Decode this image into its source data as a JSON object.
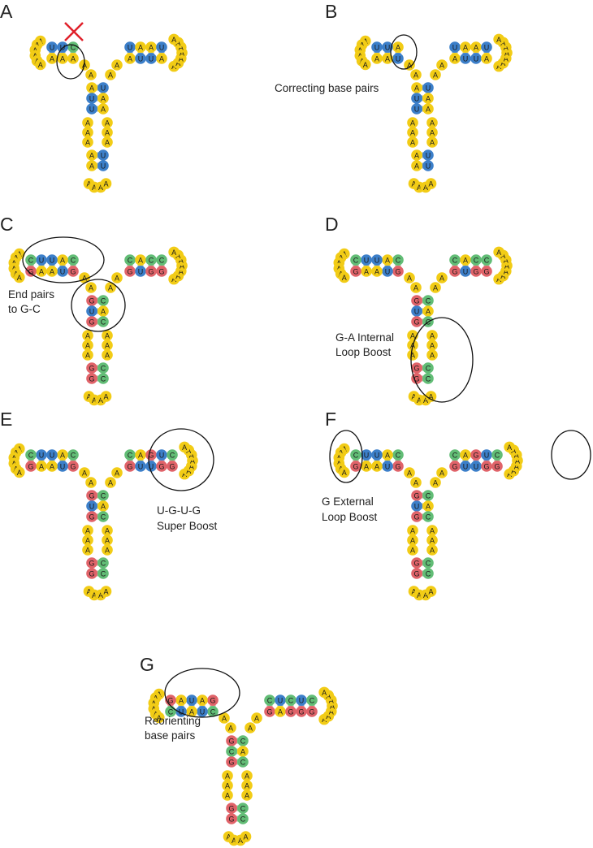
{
  "colors": {
    "A": "#f2cc16",
    "U": "#3c7fc9",
    "G": "#e06369",
    "C": "#62bd76",
    "mark": "#e0202a"
  },
  "panels": [
    {
      "label": "A",
      "caption": [],
      "seq": {
        "stemTop": [
          [
            "A",
            "U"
          ],
          [
            "U",
            "A"
          ],
          [
            "U",
            "A"
          ]
        ],
        "hairpin": 4,
        "stemBot": [
          [
            "A",
            "U"
          ],
          [
            "A",
            "U"
          ]
        ],
        "arm1": 6,
        "arm2": 7,
        "leftArm": [
          [
            "C",
            "A"
          ],
          [
            "U",
            "A"
          ],
          [
            "U",
            "A"
          ]
        ],
        "rightArm": [
          [
            "U",
            "A"
          ],
          [
            "A",
            "U"
          ],
          [
            "A",
            "U"
          ],
          [
            "U",
            "A"
          ]
        ]
      }
    },
    {
      "label": "B",
      "caption": [
        "Correcting base pairs"
      ],
      "seq": {
        "stemTop": [
          [
            "A",
            "U"
          ],
          [
            "U",
            "A"
          ],
          [
            "U",
            "A"
          ]
        ],
        "hairpin": 4,
        "stemBot": [
          [
            "A",
            "U"
          ],
          [
            "A",
            "U"
          ]
        ],
        "arm1": 6,
        "arm2": 7,
        "leftArm": [
          [
            "A",
            "U"
          ],
          [
            "U",
            "A"
          ],
          [
            "U",
            "A"
          ]
        ],
        "rightArm": [
          [
            "U",
            "A"
          ],
          [
            "A",
            "U"
          ],
          [
            "A",
            "U"
          ],
          [
            "U",
            "A"
          ]
        ]
      }
    },
    {
      "label": "C",
      "caption": [
        "End pairs",
        "to G-C"
      ],
      "seq": {
        "stemTop": [
          [
            "G",
            "C"
          ],
          [
            "U",
            "A"
          ],
          [
            "G",
            "C"
          ]
        ],
        "hairpin": 4,
        "stemBot": [
          [
            "G",
            "C"
          ],
          [
            "G",
            "C"
          ]
        ],
        "arm1": 6,
        "arm2": 7,
        "leftArm": [
          [
            "C",
            "G"
          ],
          [
            "A",
            "U"
          ],
          [
            "U",
            "A"
          ],
          [
            "U",
            "A"
          ],
          [
            "C",
            "G"
          ]
        ],
        "rightArm": [
          [
            "C",
            "G"
          ],
          [
            "A",
            "U"
          ],
          [
            "C",
            "G"
          ],
          [
            "C",
            "G"
          ]
        ]
      }
    },
    {
      "label": "D",
      "caption": [
        "G-A Internal",
        "Loop Boost"
      ],
      "seq": {
        "stemTop": [
          [
            "G",
            "C"
          ],
          [
            "U",
            "A"
          ],
          [
            "G",
            "C"
          ]
        ],
        "hairpin": 4,
        "stemBot": [
          [
            "G",
            "C"
          ],
          [
            "G",
            "C"
          ]
        ],
        "arm1": 6,
        "arm2": 7,
        "leftArm": [
          [
            "C",
            "G"
          ],
          [
            "A",
            "U"
          ],
          [
            "U",
            "A"
          ],
          [
            "U",
            "A"
          ],
          [
            "C",
            "G"
          ]
        ],
        "rightArm": [
          [
            "C",
            "G"
          ],
          [
            "A",
            "U"
          ],
          [
            "C",
            "G"
          ],
          [
            "C",
            "G"
          ]
        ]
      }
    },
    {
      "label": "E",
      "caption": [
        "U-G-U-G",
        "Super Boost"
      ],
      "seq": {
        "stemTop": [
          [
            "G",
            "C"
          ],
          [
            "U",
            "A"
          ],
          [
            "G",
            "C"
          ]
        ],
        "hairpin": 4,
        "stemBot": [
          [
            "G",
            "C"
          ],
          [
            "G",
            "C"
          ]
        ],
        "arm1": 6,
        "arm2": 7,
        "leftArm": [
          [
            "C",
            "G"
          ],
          [
            "A",
            "U"
          ],
          [
            "U",
            "A"
          ],
          [
            "U",
            "A"
          ],
          [
            "C",
            "G"
          ]
        ],
        "rightArm": [
          [
            "C",
            "G"
          ],
          [
            "A",
            "U"
          ],
          [
            "G",
            "U"
          ],
          [
            "U",
            "G"
          ],
          [
            "C",
            "G"
          ]
        ]
      }
    },
    {
      "label": "F",
      "caption": [
        "G External",
        "Loop Boost"
      ],
      "seq": {
        "stemTop": [
          [
            "G",
            "C"
          ],
          [
            "U",
            "A"
          ],
          [
            "G",
            "C"
          ]
        ],
        "hairpin": 4,
        "stemBot": [
          [
            "G",
            "C"
          ],
          [
            "G",
            "C"
          ]
        ],
        "arm1": 6,
        "arm2": 7,
        "leftArm": [
          [
            "C",
            "G"
          ],
          [
            "A",
            "U"
          ],
          [
            "U",
            "A"
          ],
          [
            "U",
            "A"
          ],
          [
            "C",
            "G"
          ]
        ],
        "rightArm": [
          [
            "C",
            "G"
          ],
          [
            "A",
            "U"
          ],
          [
            "G",
            "U"
          ],
          [
            "U",
            "G"
          ],
          [
            "C",
            "G"
          ]
        ]
      }
    },
    {
      "label": "G",
      "caption": [
        "Reorienting",
        "base pairs"
      ],
      "seq": {
        "stemTop": [
          [
            "G",
            "C"
          ],
          [
            "C",
            "A"
          ],
          [
            "G",
            "C"
          ]
        ],
        "hairpin": 4,
        "stemBot": [
          [
            "G",
            "C"
          ],
          [
            "G",
            "C"
          ]
        ],
        "arm1": 6,
        "arm2": 7,
        "leftArm": [
          [
            "G",
            "C"
          ],
          [
            "A",
            "U"
          ],
          [
            "U",
            "A"
          ],
          [
            "A",
            "U"
          ],
          [
            "G",
            "C"
          ]
        ],
        "rightArm": [
          [
            "C",
            "G"
          ],
          [
            "U",
            "A"
          ],
          [
            "C",
            "G"
          ],
          [
            "U",
            "G"
          ],
          [
            "C",
            "G"
          ]
        ]
      }
    }
  ]
}
